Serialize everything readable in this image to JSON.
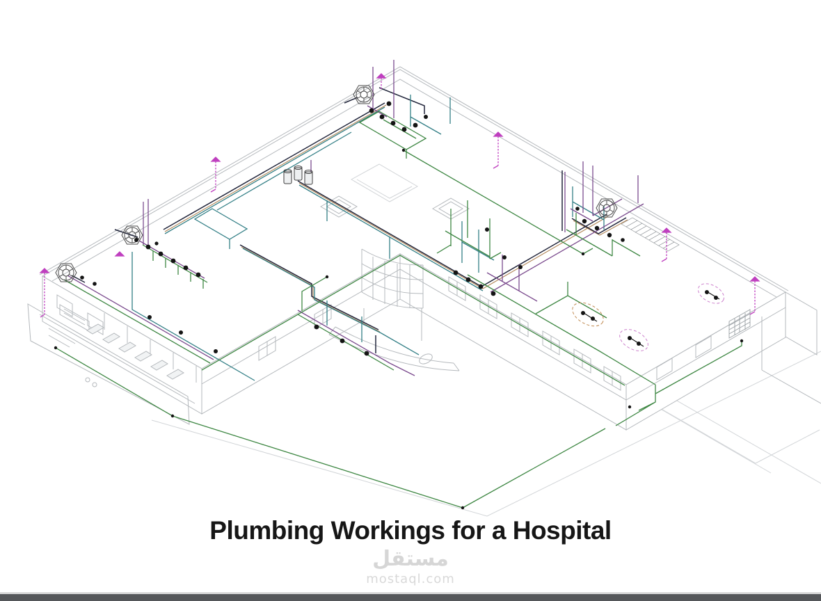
{
  "page": {
    "title": "Plumbing Workings for a Hospital",
    "watermark": {
      "arabic": "مستقل",
      "latin": "mostaql.com"
    }
  },
  "drawing": {
    "description": "Isometric 3D CAD view of an L-shaped hospital building showing plumbing pipe systems, fixtures, vents and roof drains",
    "colors": {
      "building": "#b4b8bc",
      "building_light": "#d2d5d8",
      "pipe_green": "#3e8743",
      "pipe_teal": "#337f86",
      "pipe_violet": "#7b4b8e",
      "vent_magenta": "#bf3fbf",
      "pipe_navy": "#20243a",
      "pipe_tan": "#b08455",
      "fixture_black": "#141414",
      "equipment_gray": "#3a3a3a",
      "callout_dashed_tan": "#c08a50",
      "callout_dashed_magenta": "#cc7fcc",
      "hatch_gray": "#7a7f84"
    }
  },
  "footer": {
    "bar_color": "#55575a"
  }
}
